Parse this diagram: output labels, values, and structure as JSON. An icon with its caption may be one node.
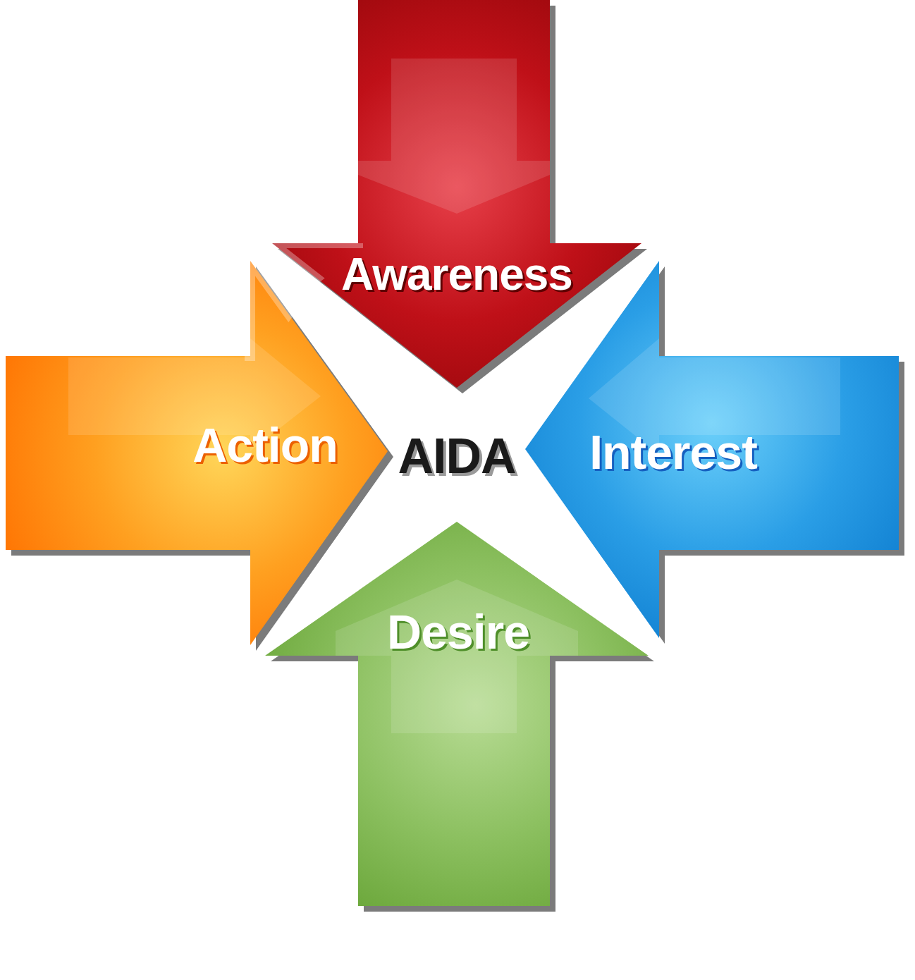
{
  "diagram": {
    "nodes": [
      {
        "text": [
          "Awareness"
        ]
      },
      {
        "text": [
          "Action"
        ]
      },
      {
        "text": [
          "AIDA"
        ]
      },
      {
        "text": [
          "Interest"
        ]
      },
      {
        "text": [
          "Desire"
        ]
      }
    ]
  }
}
